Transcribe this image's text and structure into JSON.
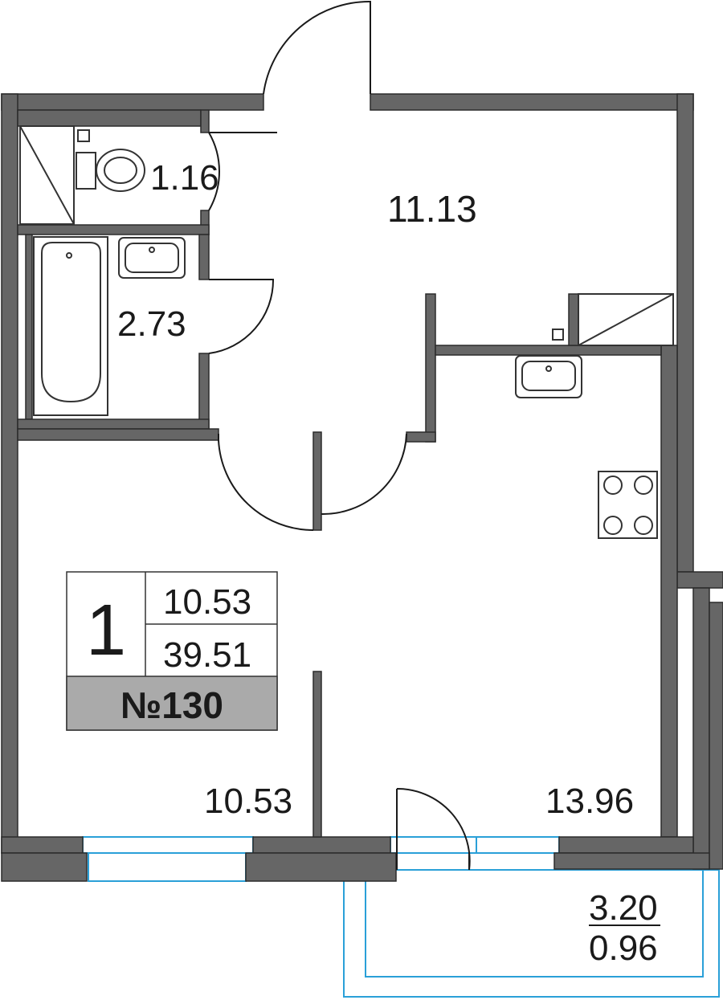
{
  "apartment": {
    "number_label": "№130",
    "rooms_count": "1",
    "living_area": "10.53",
    "total_area": "39.51"
  },
  "rooms": {
    "toilet": "1.16",
    "bathroom": "2.73",
    "hallway": "11.13",
    "bedroom": "10.53",
    "kitchen_living": "13.96"
  },
  "balcony": {
    "area": "3.20",
    "reduced_area": "0.96"
  },
  "colors": {
    "wall": "#666666",
    "glazing": "#2aa0d8",
    "label_band": "#aaaaaa"
  }
}
